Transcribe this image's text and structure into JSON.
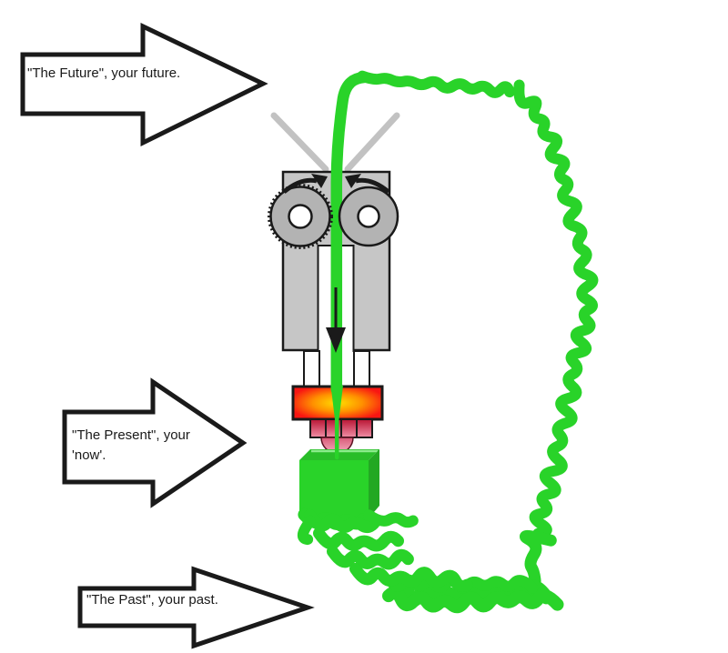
{
  "labels": {
    "future": "\"The Future\", your future.",
    "present": "\"The Present\", your 'now'.",
    "past": "\"The Past\", your past."
  },
  "colors": {
    "filament_green": "#29d329",
    "block_top_green": "#29bd29",
    "block_side_green": "#23a823",
    "block_rim_green": "#8cec8c",
    "body_gray": "#c6c6c6",
    "gear_gray": "#b3b3b3",
    "funnel_gray": "#c2c2c2",
    "outline": "#1a1a1a",
    "heater_red": "#f81612",
    "heater_orange": "#ff9000",
    "heater_yellow": "#ffdf00",
    "nozzle_dark": "#b91433",
    "nozzle_pink": "#f08fa6",
    "dome_pink_top": "#d95a78",
    "dome_pink_bottom": "#f4aebe",
    "arrow_fill": "#ffffff",
    "text": "#1a1a1a"
  }
}
